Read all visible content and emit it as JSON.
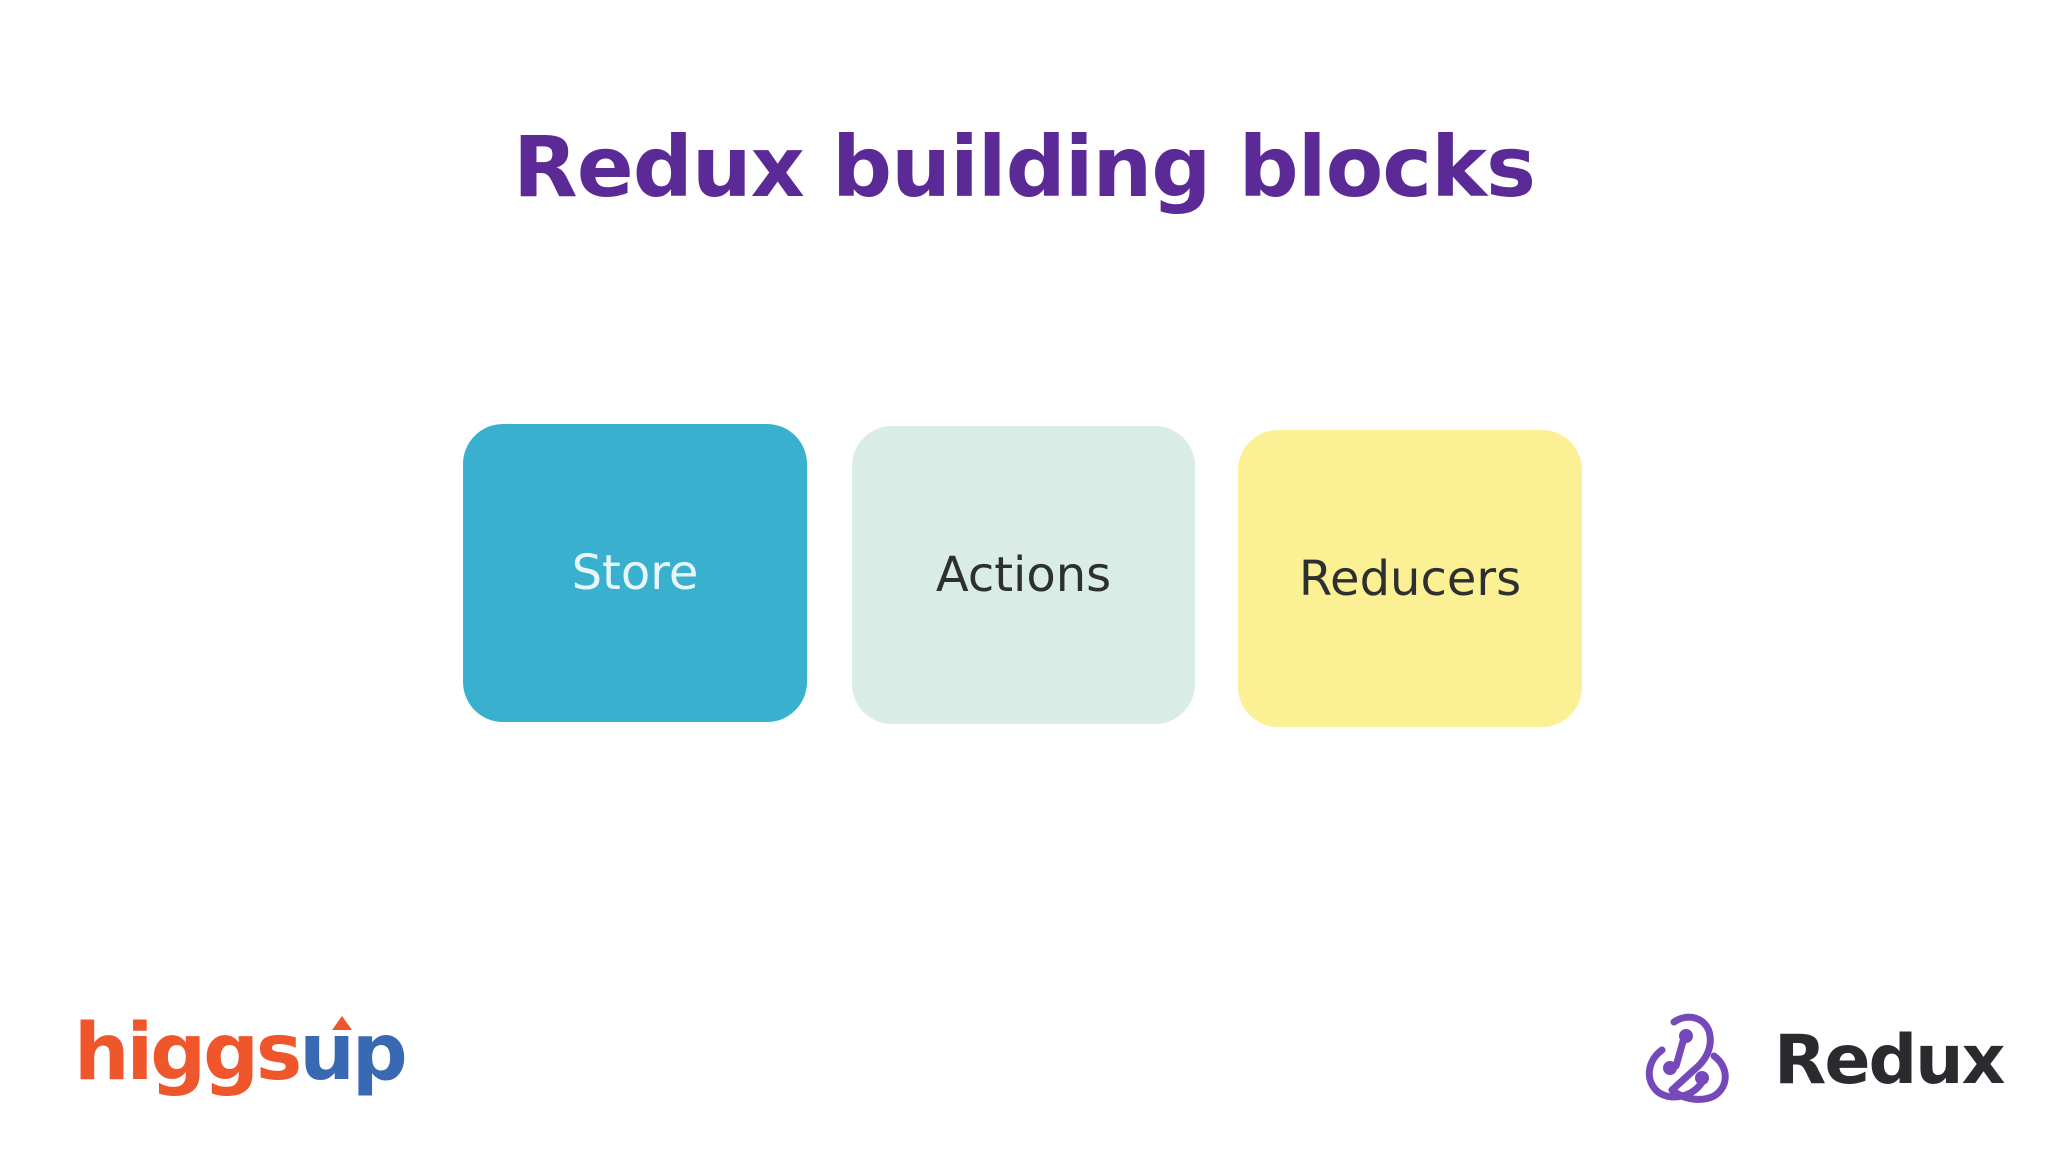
{
  "slide": {
    "title": "Redux building blocks",
    "title_color": "#5c2a96",
    "background": "#ffffff"
  },
  "blocks": [
    {
      "label": "Store",
      "bg": "#3ab0cf",
      "fg": "#e8f6fa"
    },
    {
      "label": "Actions",
      "bg": "#daece6",
      "fg": "#2d2f31"
    },
    {
      "label": "Reducers",
      "bg": "#fbf194",
      "fg": "#2d2f31"
    }
  ],
  "logos": {
    "left": {
      "text_part1": "higgs",
      "text_part2": "up",
      "color1": "#f0562b",
      "color2": "#3a69b3",
      "icon": "up-arrow-icon"
    },
    "right": {
      "wordmark": "Redux",
      "mark_icon": "redux-atom-icon",
      "mark_color": "#7649bb",
      "text_color": "#2b2a2e"
    }
  }
}
